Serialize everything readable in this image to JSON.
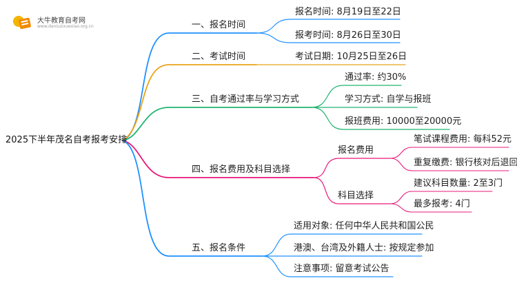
{
  "logo": {
    "name": "大牛教育自考网",
    "url": "www.daniuzixuexiao.org.cn"
  },
  "root": "2025下半年茂名自考报考安排",
  "colors": {
    "blue": "#1e90ff",
    "gold": "#e8a317",
    "green": "#1fb472",
    "pink": "#e8177a"
  },
  "branches": {
    "b1": {
      "label": "一、报名时间",
      "items": [
        "报名时间: 8月19日至22日",
        "报考时间: 8月26日至30日"
      ]
    },
    "b2": {
      "label": "二、考试时间",
      "items": [
        "考试日期: 10月25日至26日"
      ]
    },
    "b3": {
      "label": "三、自考通过率与学习方式",
      "items": [
        "通过率: 约30%",
        "学习方式: 自学与报班",
        "报班费用: 10000至20000元"
      ]
    },
    "b4": {
      "label": "四、报名费用及科目选择",
      "groups": [
        {
          "label": "报名费用",
          "items": [
            "笔试课程费用: 每科52元",
            "重复缴费: 银行核对后退回"
          ]
        },
        {
          "label": "科目选择",
          "items": [
            "建议科目数量: 2至3门",
            "最多报考: 4门"
          ]
        }
      ]
    },
    "b5": {
      "label": "五、报名条件",
      "items": [
        "适用对象: 任何中华人民共和国公民",
        "港澳、台湾及外籍人士: 按规定参加",
        "注意事项: 留意考试公告"
      ]
    }
  }
}
